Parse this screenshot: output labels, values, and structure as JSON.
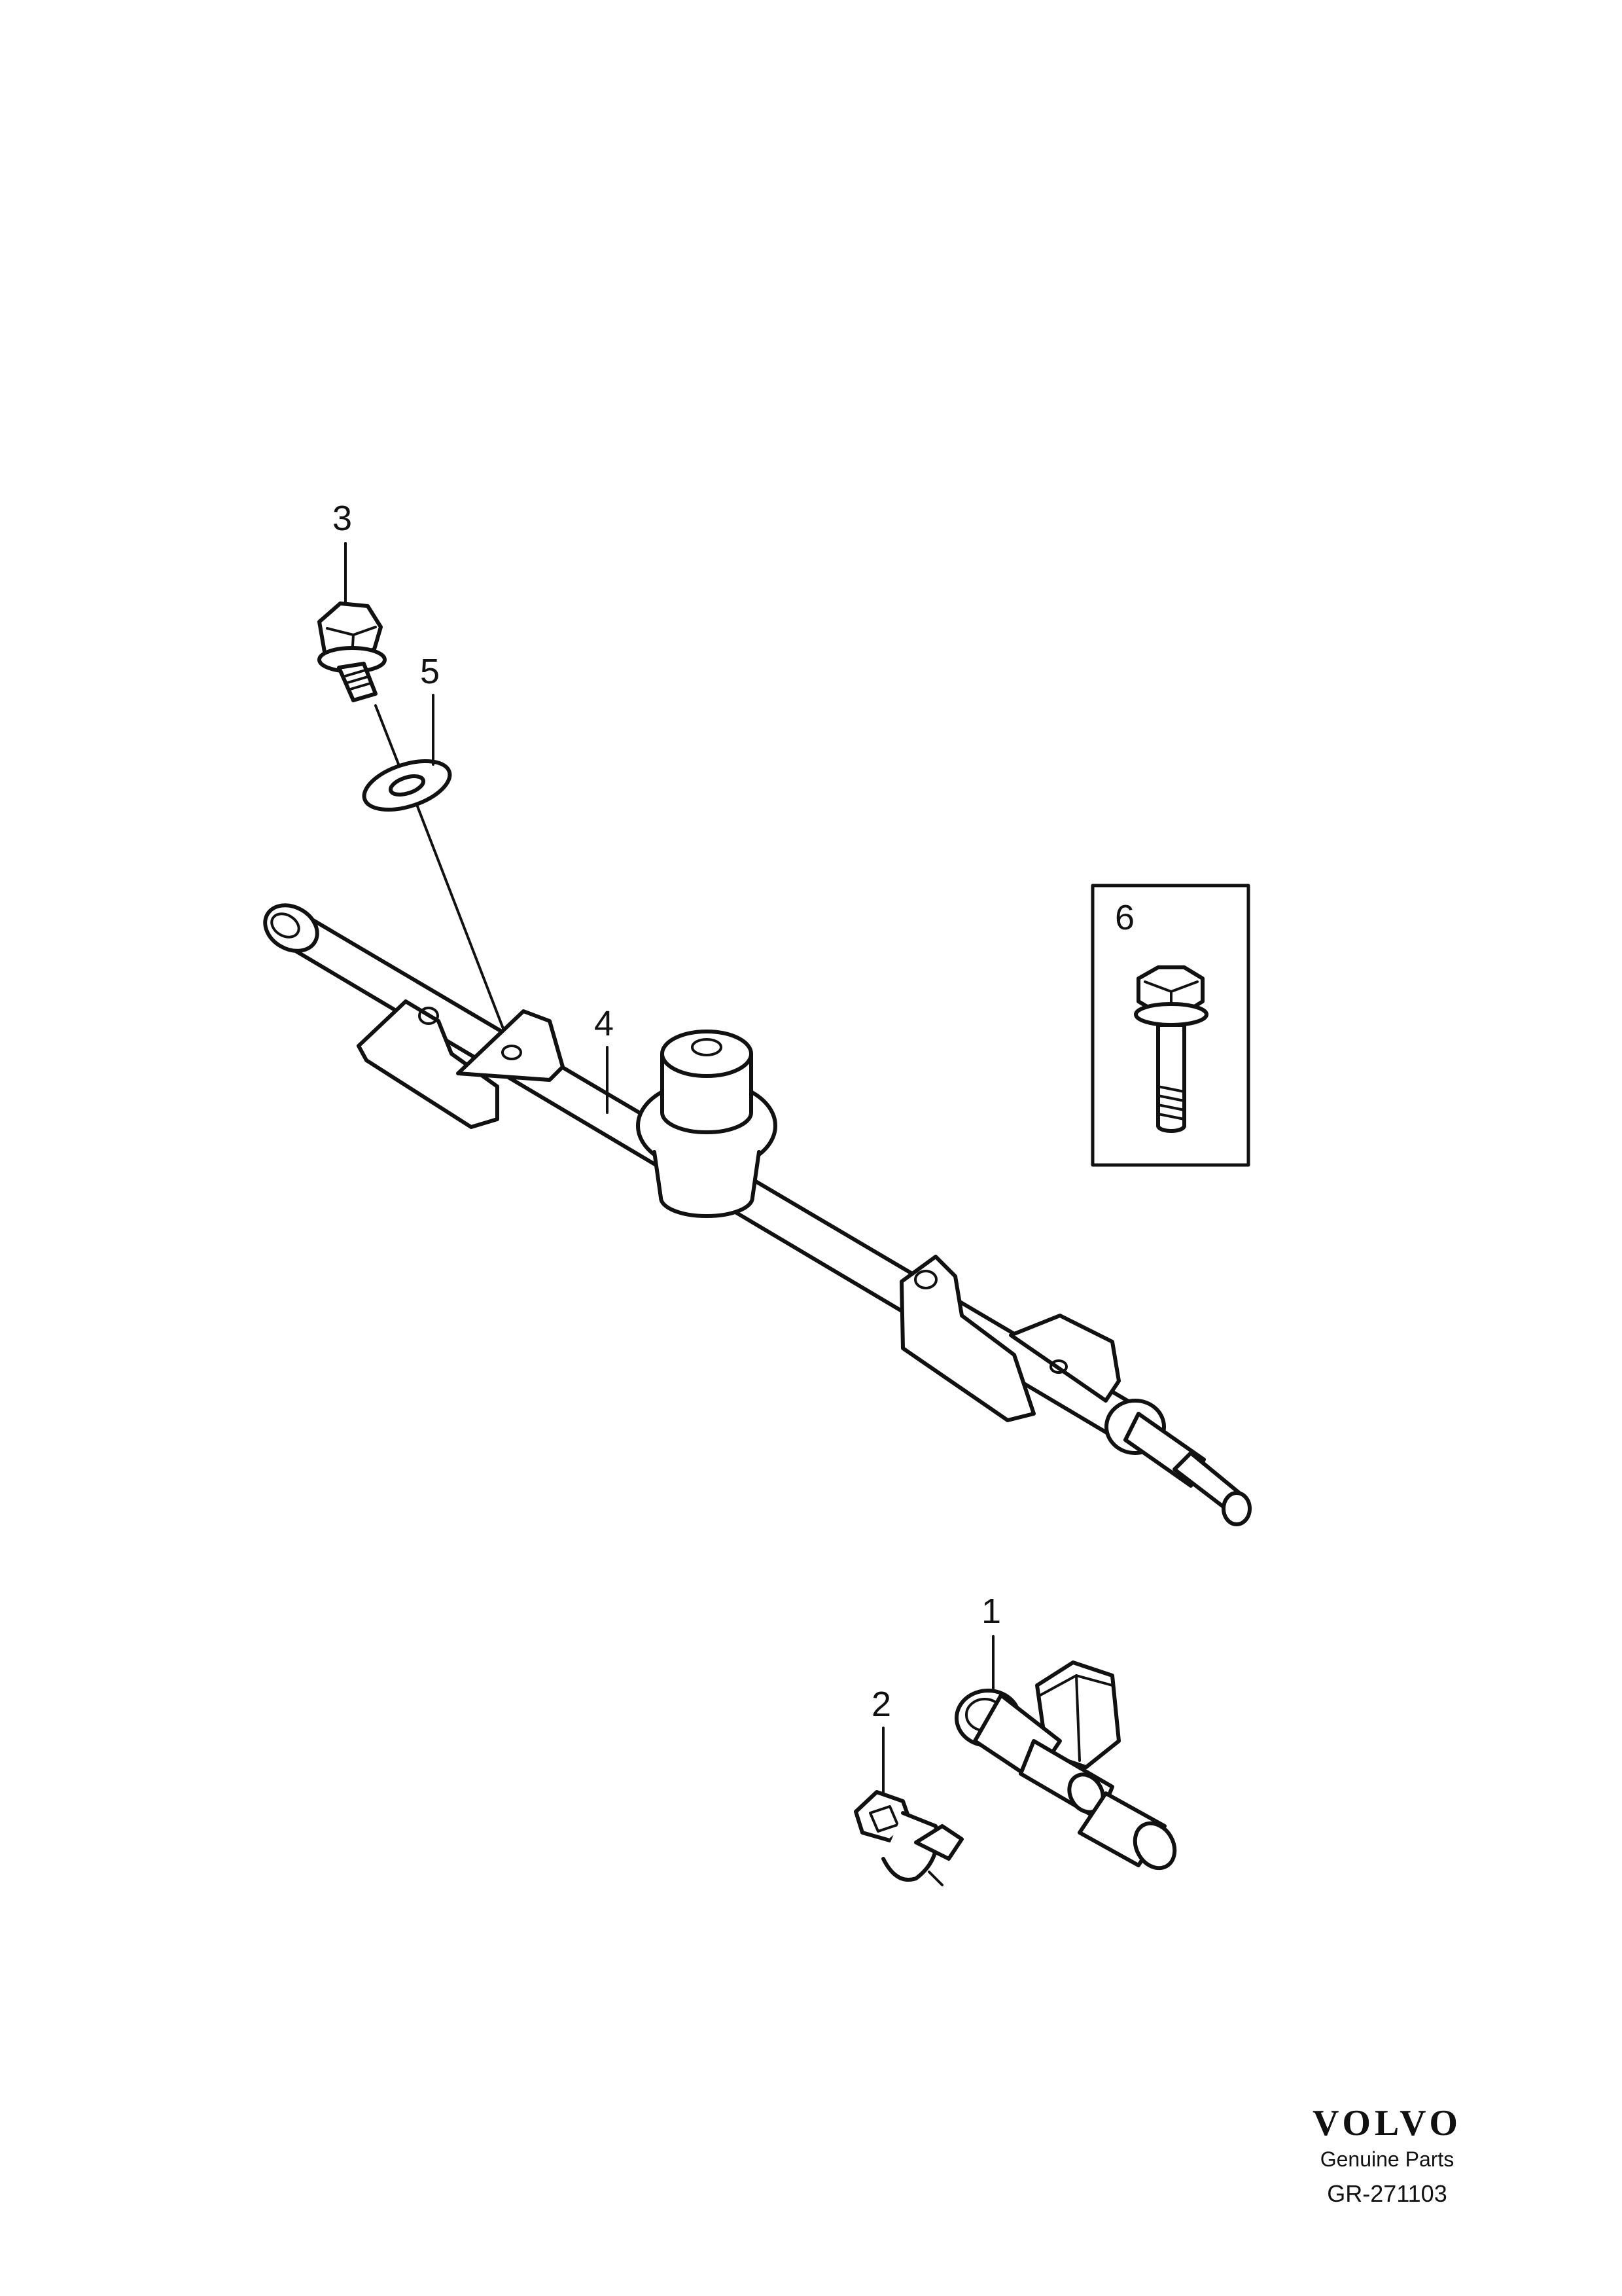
{
  "callouts": {
    "c1": "1",
    "c2": "2",
    "c3": "3",
    "c4": "4",
    "c5": "5",
    "c6": "6"
  },
  "brand": {
    "logo_text": "VOLVO",
    "tagline": "Genuine Parts",
    "reference": "GR-271103"
  },
  "colors": {
    "ink": "#111111",
    "paper": "#ffffff"
  }
}
